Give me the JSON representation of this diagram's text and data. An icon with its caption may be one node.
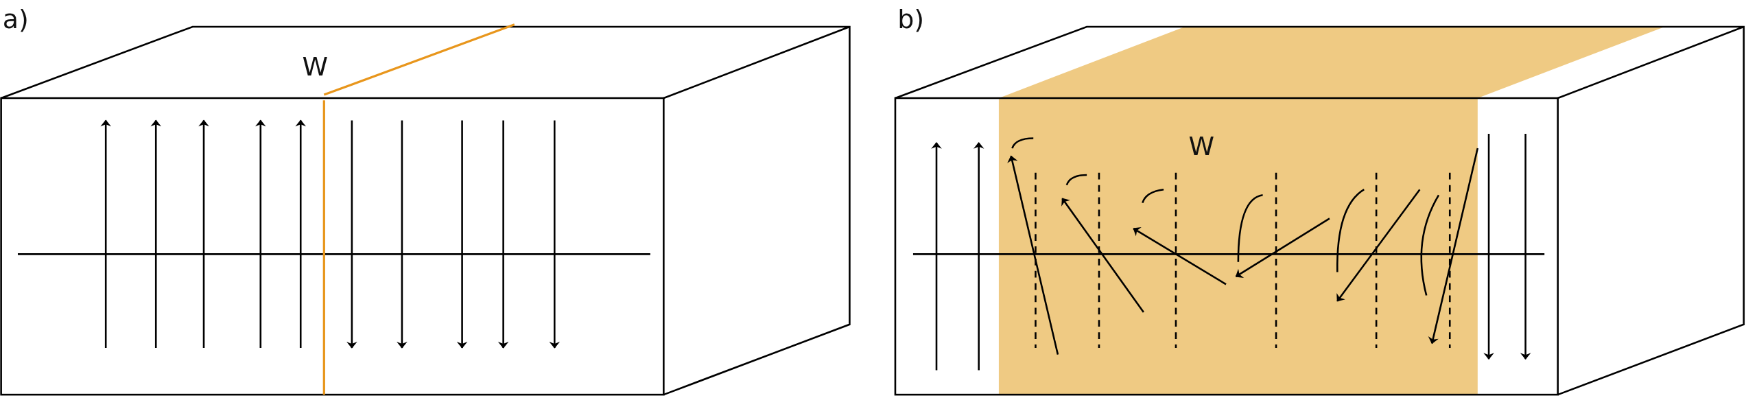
{
  "diagram": {
    "labels": [
      "a)",
      "W",
      "b)",
      "W"
    ]
  }
}
